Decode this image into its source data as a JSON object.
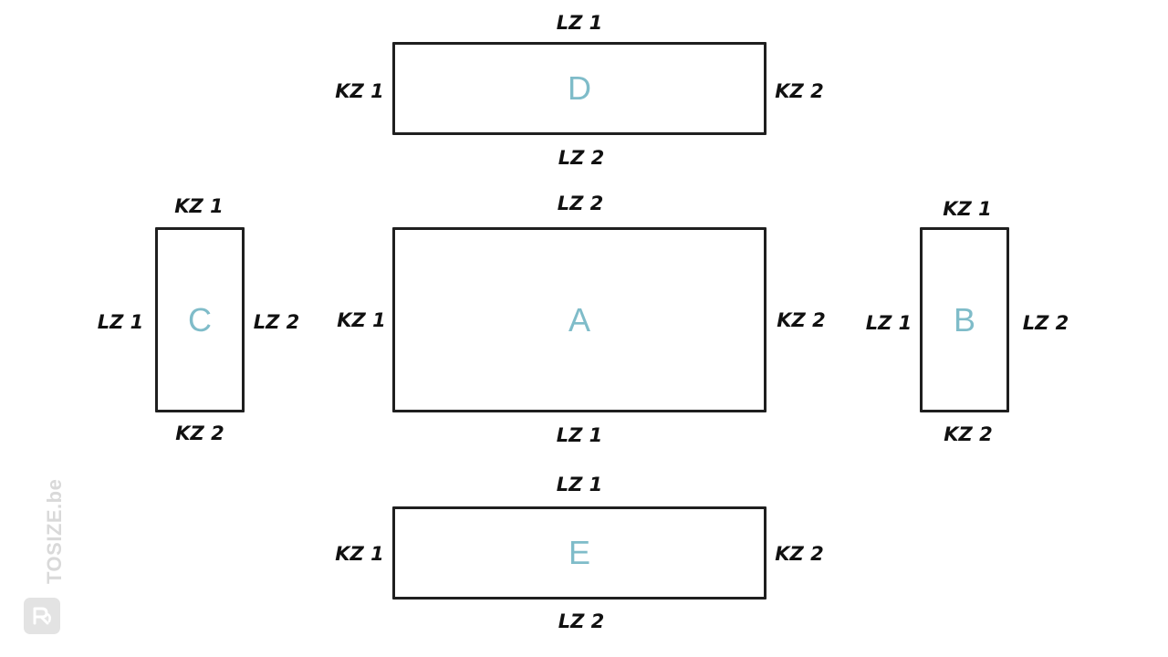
{
  "panels": {
    "D": {
      "letter": "D",
      "top": "LZ 1",
      "bottom": "LZ 2",
      "left": "KZ 1",
      "right": "KZ 2"
    },
    "A": {
      "letter": "A",
      "top": "LZ 2",
      "bottom": "LZ 1",
      "left": "KZ 1",
      "right": "KZ 2"
    },
    "C": {
      "letter": "C",
      "top": "KZ 1",
      "bottom": "KZ 2",
      "left": "LZ 1",
      "right": "LZ 2"
    },
    "B": {
      "letter": "B",
      "top": "KZ 1",
      "bottom": "KZ 2",
      "left": "LZ 1",
      "right": "LZ 2"
    },
    "E": {
      "letter": "E",
      "top": "LZ 1",
      "bottom": "LZ 2",
      "left": "KZ 1",
      "right": "KZ 2"
    }
  },
  "watermark": {
    "text": "TOSIZE.be",
    "logo_icon": "tosize-logo-icon"
  },
  "colors": {
    "letter": "#7fbcc9",
    "outline": "#1f1f1f",
    "label": "#111111"
  }
}
